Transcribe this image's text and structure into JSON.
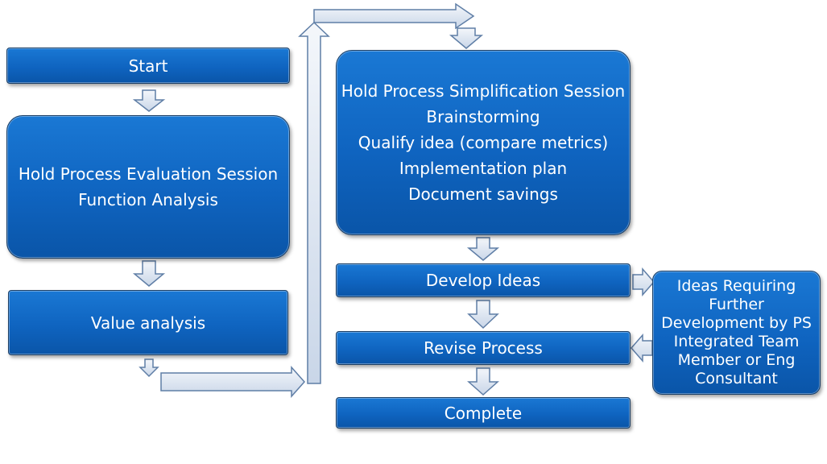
{
  "nodes": {
    "start": {
      "label": "Start"
    },
    "evaluation": {
      "lines": [
        "Hold Process Evaluation Session",
        "Function Analysis"
      ]
    },
    "value_analysis": {
      "label": "Value analysis"
    },
    "simplification": {
      "lines": [
        "Hold Process Simplification Session",
        "Brainstorming",
        "Qualify idea (compare metrics)",
        "Implementation plan",
        "Document savings"
      ]
    },
    "develop_ideas": {
      "label": "Develop Ideas"
    },
    "revise_process": {
      "label": "Revise Process"
    },
    "complete": {
      "label": "Complete"
    },
    "ideas_requiring": {
      "lines": [
        "Ideas Requiring",
        "Further",
        "Development by PS",
        "Integrated Team",
        "Member or Eng",
        "Consultant"
      ]
    }
  },
  "colors": {
    "box_fill": "#0f64c0",
    "box_border": "#1b3f66",
    "arrow_fill": "#dce6f2",
    "arrow_stroke": "#5f7ea6"
  }
}
